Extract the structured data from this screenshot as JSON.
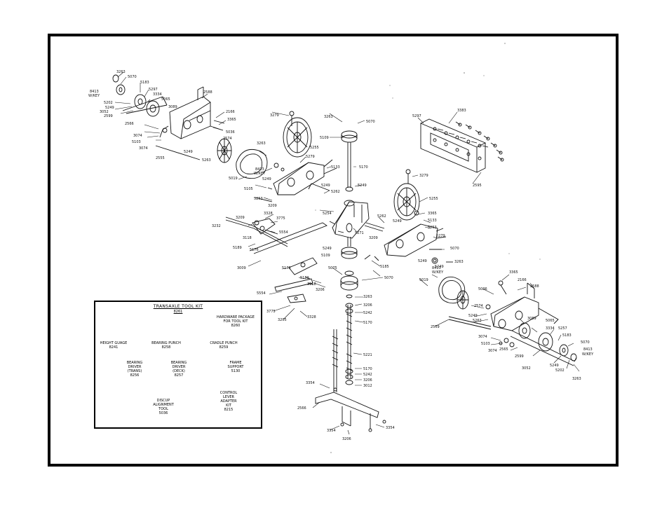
{
  "callouts": {
    "c3263a": "3263",
    "c5070a": "5070",
    "c5183a": "5183",
    "c8413a": "8413",
    "c8413a2": "W/KEY",
    "c5297a": "5297",
    "c3334a": "3334",
    "c5065a": "5065",
    "c5202a": "5202",
    "c5249a": "5249",
    "c3052a": "3052",
    "c3089a": "3089",
    "c2599a": "2599",
    "c2588a": "2588",
    "c2566a": "2566",
    "c2166a": "2166",
    "c3365a": "3365",
    "c3074a": "3074",
    "c5103a": "5103",
    "c3074b": "3074",
    "c5036a": "5036",
    "c2574a": "2574",
    "c5249b": "5249",
    "c5263a": "5263",
    "c2555a": "2555",
    "c3279a": "3279",
    "c5255a": "5255",
    "c3263b": "3263",
    "c5070b": "5070",
    "c5109a": "5109",
    "c5279a": "5279",
    "c5133a": "5133",
    "c8413b": "8413",
    "c8413b2": "W/KEY",
    "c5249c": "5249",
    "c5019a": "5019",
    "c5105a": "5105",
    "c5253a": "5253",
    "c3209a": "3209",
    "c3263c": "3263",
    "c5249d": "5249",
    "c5262a": "5262",
    "c5170a": "5170",
    "c5249e": "5249",
    "c5297b": "5297",
    "c3383a": "3383",
    "c2595a": "2595",
    "c3279b": "3279",
    "c5255b": "5255",
    "c5254a": "5254",
    "c5262b": "5262",
    "c3249a": "5249",
    "c3365b": "3365",
    "c5133b": "5133",
    "c5253b": "5253",
    "c5279b": "5279",
    "c5271a": "5271",
    "c3209b": "3209",
    "c5070c": "5070",
    "c8413c": "8413",
    "c8413c2": "W/KEY",
    "c3263d": "3263",
    "c5249f": "5249",
    "c5019b": "5019",
    "c3209c": "3209",
    "c3328a": "3328",
    "c3775a": "3775",
    "c5554a": "5554",
    "c3232a": "3232",
    "c3118a": "3118",
    "c5189a": "5189",
    "c5176a": "5176",
    "c3009a": "3009",
    "c5176b": "5176",
    "c5189b": "5189",
    "c3118b": "3118",
    "c3206a": "3206",
    "c5554b": "5554",
    "c3775b": "3775",
    "c3205a": "3205",
    "c3328b": "3328",
    "c5109b": "5109",
    "c5075a": "5075",
    "c5185a": "5185",
    "c5070d": "5070",
    "c3263e": "3263",
    "c3206b": "3206",
    "c5242a": "5242",
    "c5170b": "5170",
    "c5221a": "5221",
    "c5170c": "5170",
    "c5242b": "5242",
    "c3206c": "3206",
    "c3012a": "3012",
    "c3354a": "3354",
    "c2565a": "2566",
    "c3354b": "3354",
    "c3206d": "3206",
    "c3354c": "3354",
    "c3365c": "3365",
    "c2166b": "2166",
    "c2588b": "2588",
    "c5036b": "5036",
    "c2574b": "2574",
    "c5249g": "5249",
    "c5263b": "5263",
    "c2559a": "2559",
    "c3089b": "3089",
    "c5065b": "5065",
    "c3334b": "3334",
    "c5257a": "5257",
    "c5183b": "5183",
    "c5070e": "5070",
    "c3074c": "3074",
    "c5103b": "5103",
    "c3074d": "3074",
    "c2565b": "2565",
    "c2599b": "2599",
    "c8413d": "8413",
    "c8413d2": "W/KEY",
    "c5249h": "5249",
    "c5202b": "5202",
    "c3052b": "3052",
    "c3263f": "3263",
    "c5249i": "5249",
    "c5249j": "5249"
  },
  "tool_kit": {
    "title": "TRANSAXLE TOOL KIT",
    "number": "8261",
    "items": [
      {
        "label": "HARDWARE PACKAGE\nFOR TOOL KIT\n8260"
      },
      {
        "label": "HEIGHT GUAGE\n8241"
      },
      {
        "label": "BEARING PUNCH\n8258"
      },
      {
        "label": "CRADLE PUNCH\n8259"
      },
      {
        "label": "BEARING\nDRIVER\n(TRANS)\n8256"
      },
      {
        "label": "BEARING\nDRIVER\n(DECK)\n8257"
      },
      {
        "label": "FRAME\nSUPPORT\n5130"
      },
      {
        "label": "DISCUP\nALIGNMENT\nTOOL\n5036"
      },
      {
        "label": "CONTROL\nLEVER\nADAPTER\nKIT\n8215"
      }
    ]
  }
}
